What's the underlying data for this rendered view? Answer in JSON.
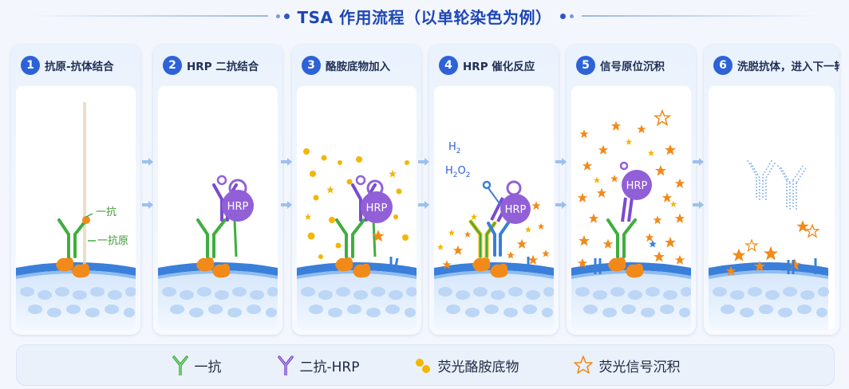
{
  "title": "TSA 作用流程（以单轮染色为例）",
  "steps": [
    {
      "num": "1",
      "label": "抗原-抗体结合",
      "annotations": {
        "primary": "一抗",
        "antigen": "一抗原"
      }
    },
    {
      "num": "2",
      "label": "HRP 二抗结合",
      "hrp": "HRP"
    },
    {
      "num": "3",
      "label": "酪胺底物加入",
      "hrp": "HRP"
    },
    {
      "num": "4",
      "label": "HRP 催化反应",
      "hrp": "HRP",
      "h2": "H",
      "h2_sub": "2",
      "h2o2": "H",
      "h2o2_sub1": "2",
      "h2o2_o": "O",
      "h2o2_sub2": "2"
    },
    {
      "num": "5",
      "label": "信号原位沉积",
      "hrp": "HRP"
    },
    {
      "num": "6",
      "label": "洗脱抗体，进入下一轮"
    }
  ],
  "legend": [
    {
      "icon": "primary-antibody-icon",
      "label": "一抗",
      "color": "#3fae3f"
    },
    {
      "icon": "secondary-antibody-hrp-icon",
      "label": "二抗-HRP",
      "color": "#7a4bd0"
    },
    {
      "icon": "tyramide-substrate-icon",
      "label": "荧光酪胺底物",
      "color": "#f2b705"
    },
    {
      "icon": "fluorescent-deposit-icon",
      "label": "荧光信号沉积",
      "color": "#f28a1a"
    }
  ],
  "colors": {
    "accent": "#2d62d8",
    "membrane": "#3a7fd9",
    "primary_ab": "#3fae3f",
    "secondary_ab": "#7a4bd0",
    "hrp": "#9160d6",
    "substrate": "#f2b705",
    "signal": "#f28a1a"
  }
}
